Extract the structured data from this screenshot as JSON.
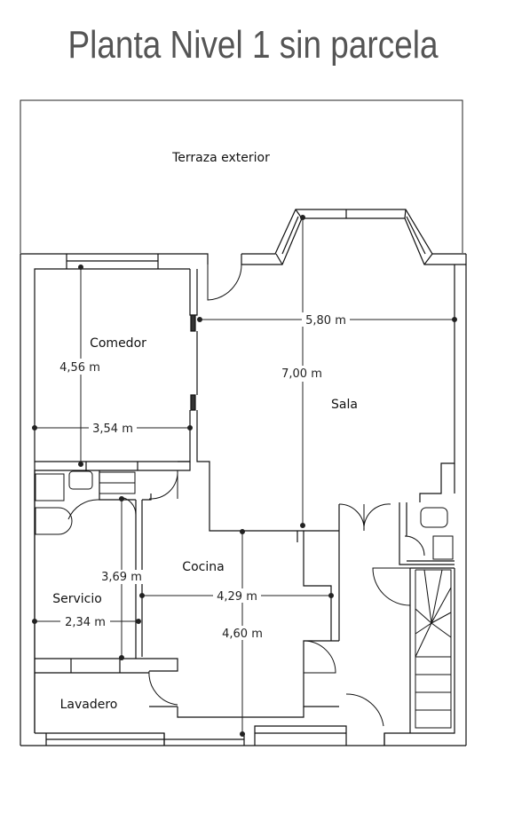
{
  "title": "Planta Nivel 1 sin parcela",
  "rooms": {
    "terraza": "Terraza exterior",
    "comedor": "Comedor",
    "sala": "Sala",
    "cocina": "Cocina",
    "servicio": "Servicio",
    "lavadero": "Lavadero"
  },
  "dimensions": {
    "comedor_height": "4,56 m",
    "comedor_width": "3,54 m",
    "sala_width": "5,80 m",
    "sala_height": "7,00 m",
    "servicio_height": "3,69 m",
    "servicio_width": "2,34 m",
    "cocina_width": "4,29 m",
    "cocina_height": "4,60 m"
  }
}
